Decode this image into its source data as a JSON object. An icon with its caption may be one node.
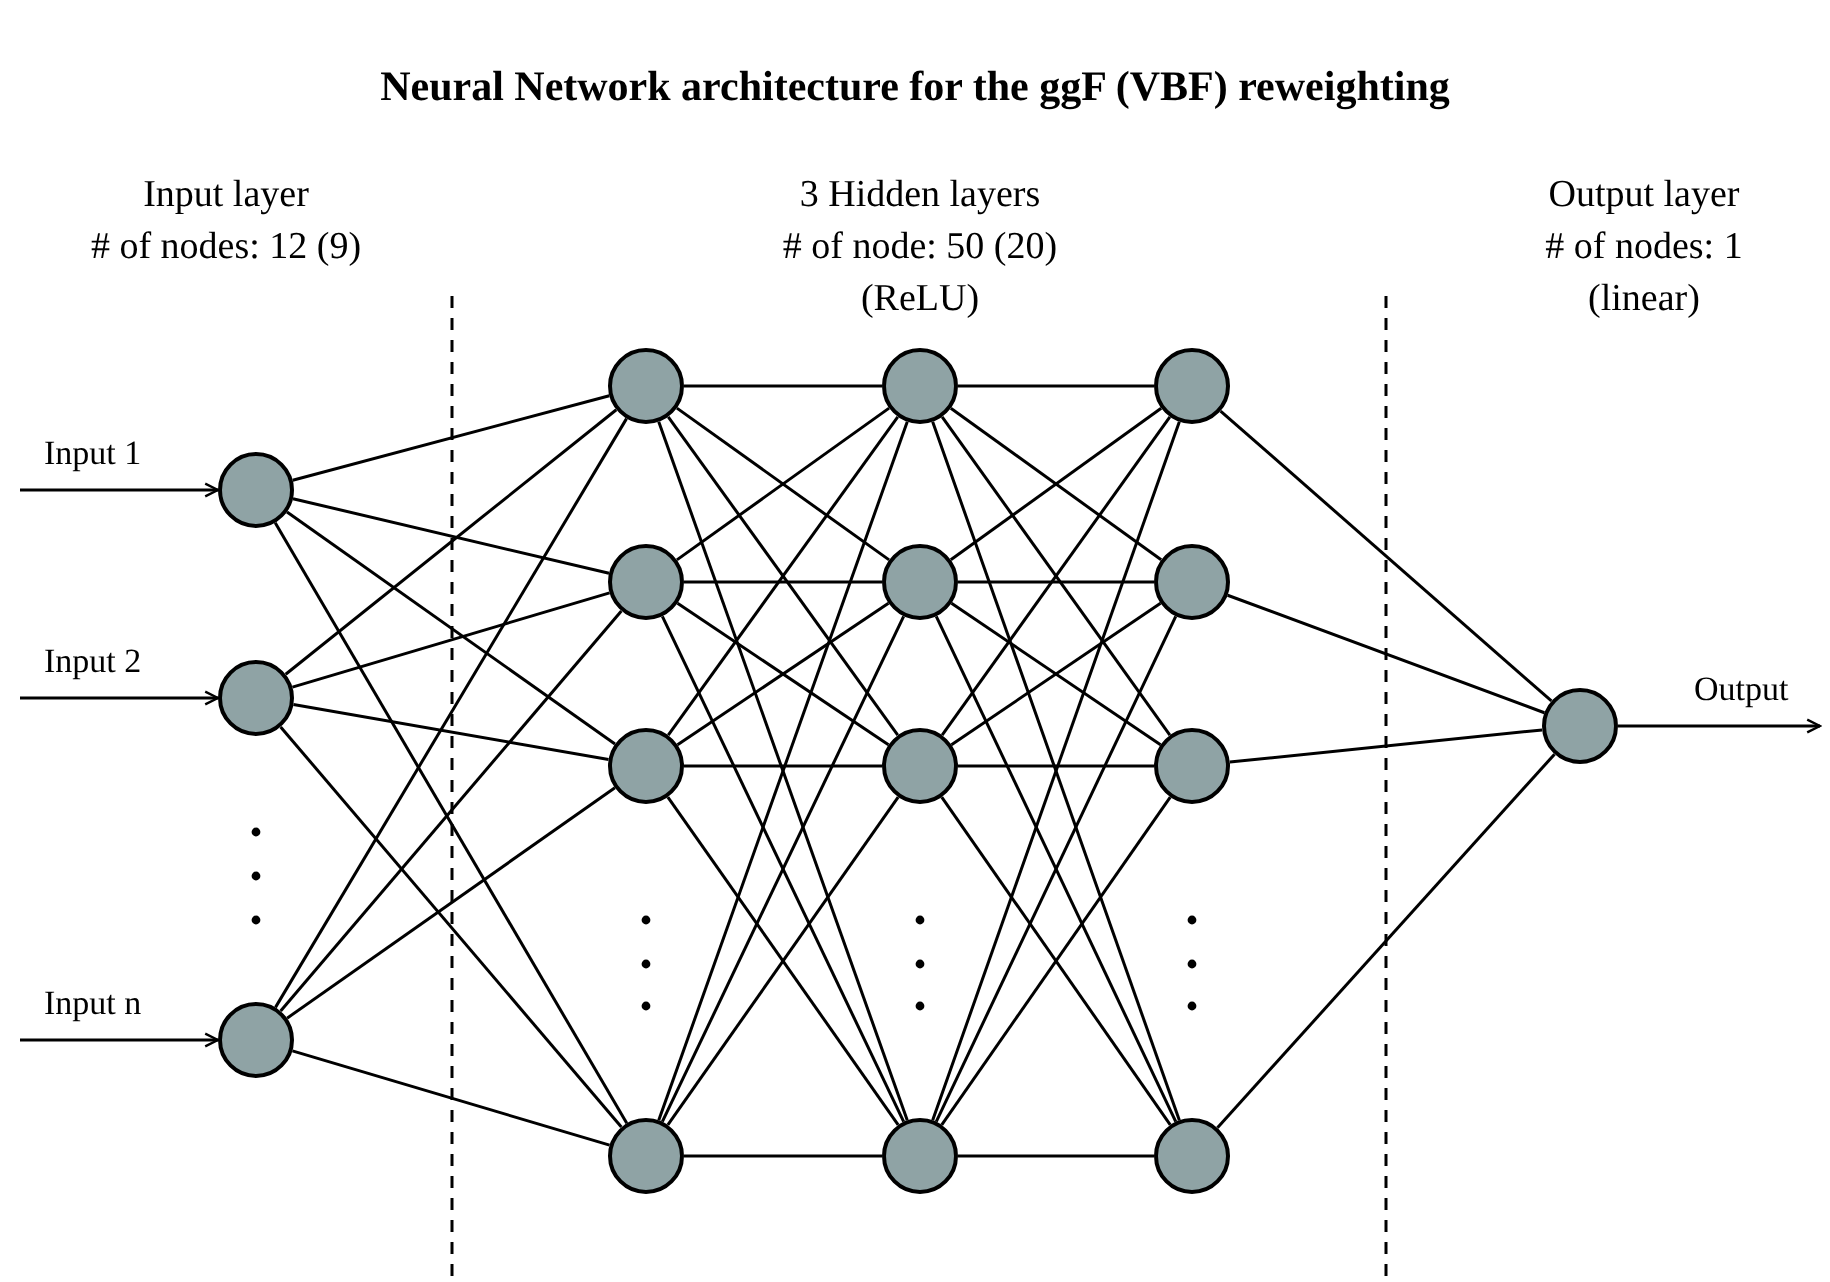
{
  "diagram": {
    "title": "Neural Network architecture for the ggF (VBF) reweighting",
    "nodes": [
      {
        "text": [],
        "shape": "circle"
      },
      {
        "text": [],
        "shape": "circle"
      },
      {
        "text": [],
        "shape": "circle"
      },
      {
        "text": [],
        "shape": "circle"
      },
      {
        "text": [],
        "shape": "circle"
      },
      {
        "text": [],
        "shape": "circle"
      },
      {
        "text": [],
        "shape": "circle"
      },
      {
        "text": [],
        "shape": "circle"
      },
      {
        "text": [],
        "shape": "circle"
      },
      {
        "text": [],
        "shape": "circle"
      },
      {
        "text": [],
        "shape": "circle"
      },
      {
        "text": [],
        "shape": "circle"
      },
      {
        "text": [],
        "shape": "circle"
      },
      {
        "text": [],
        "shape": "circle"
      },
      {
        "text": [],
        "shape": "circle"
      },
      {
        "text": [],
        "shape": "circle"
      }
    ],
    "edges": [
      {
        "from": null,
        "to": 0,
        "arrow": "to",
        "label": "Input 1"
      },
      {
        "from": null,
        "to": 1,
        "arrow": "to",
        "label": "Input 2"
      },
      {
        "from": null,
        "to": 2,
        "arrow": "to",
        "label": "Input n"
      },
      {
        "from": 0,
        "to": 3,
        "arrow": "none"
      },
      {
        "from": 0,
        "to": 4,
        "arrow": "none"
      },
      {
        "from": 0,
        "to": 5,
        "arrow": "none"
      },
      {
        "from": 0,
        "to": 6,
        "arrow": "none"
      },
      {
        "from": 1,
        "to": 3,
        "arrow": "none"
      },
      {
        "from": 1,
        "to": 4,
        "arrow": "none"
      },
      {
        "from": 1,
        "to": 5,
        "arrow": "none"
      },
      {
        "from": 1,
        "to": 6,
        "arrow": "none"
      },
      {
        "from": 2,
        "to": 3,
        "arrow": "none"
      },
      {
        "from": 2,
        "to": 4,
        "arrow": "none"
      },
      {
        "from": 2,
        "to": 5,
        "arrow": "none"
      },
      {
        "from": 2,
        "to": 6,
        "arrow": "none"
      },
      {
        "from": 3,
        "to": 7,
        "arrow": "none"
      },
      {
        "from": 3,
        "to": 8,
        "arrow": "none"
      },
      {
        "from": 3,
        "to": 9,
        "arrow": "none"
      },
      {
        "from": 3,
        "to": 10,
        "arrow": "none"
      },
      {
        "from": 4,
        "to": 7,
        "arrow": "none"
      },
      {
        "from": 4,
        "to": 8,
        "arrow": "none"
      },
      {
        "from": 4,
        "to": 9,
        "arrow": "none"
      },
      {
        "from": 4,
        "to": 10,
        "arrow": "none"
      },
      {
        "from": 5,
        "to": 7,
        "arrow": "none"
      },
      {
        "from": 5,
        "to": 8,
        "arrow": "none"
      },
      {
        "from": 5,
        "to": 9,
        "arrow": "none"
      },
      {
        "from": 5,
        "to": 10,
        "arrow": "none"
      },
      {
        "from": 6,
        "to": 7,
        "arrow": "none"
      },
      {
        "from": 6,
        "to": 8,
        "arrow": "none"
      },
      {
        "from": 6,
        "to": 9,
        "arrow": "none"
      },
      {
        "from": 6,
        "to": 10,
        "arrow": "none"
      },
      {
        "from": 7,
        "to": 11,
        "arrow": "none"
      },
      {
        "from": 7,
        "to": 12,
        "arrow": "none"
      },
      {
        "from": 7,
        "to": 13,
        "arrow": "none"
      },
      {
        "from": 7,
        "to": 14,
        "arrow": "none"
      },
      {
        "from": 8,
        "to": 11,
        "arrow": "none"
      },
      {
        "from": 8,
        "to": 12,
        "arrow": "none"
      },
      {
        "from": 8,
        "to": 13,
        "arrow": "none"
      },
      {
        "from": 8,
        "to": 14,
        "arrow": "none"
      },
      {
        "from": 9,
        "to": 11,
        "arrow": "none"
      },
      {
        "from": 9,
        "to": 12,
        "arrow": "none"
      },
      {
        "from": 9,
        "to": 13,
        "arrow": "none"
      },
      {
        "from": 9,
        "to": 14,
        "arrow": "none"
      },
      {
        "from": 10,
        "to": 11,
        "arrow": "none"
      },
      {
        "from": 10,
        "to": 12,
        "arrow": "none"
      },
      {
        "from": 10,
        "to": 13,
        "arrow": "none"
      },
      {
        "from": 10,
        "to": 14,
        "arrow": "none"
      },
      {
        "from": 11,
        "to": 15,
        "arrow": "none"
      },
      {
        "from": 12,
        "to": 15,
        "arrow": "none"
      },
      {
        "from": 13,
        "to": 15,
        "arrow": "none"
      },
      {
        "from": 14,
        "to": 15,
        "arrow": "none"
      },
      {
        "from": 15,
        "to": null,
        "arrow": "to",
        "label": "Output"
      }
    ],
    "labels": [
      "Input layer",
      "# of nodes: 12 (9)",
      "3 Hidden layers",
      "# of node: 50 (20)",
      "(ReLU)",
      "Output layer",
      "# of nodes: 1",
      "(linear)"
    ]
  }
}
